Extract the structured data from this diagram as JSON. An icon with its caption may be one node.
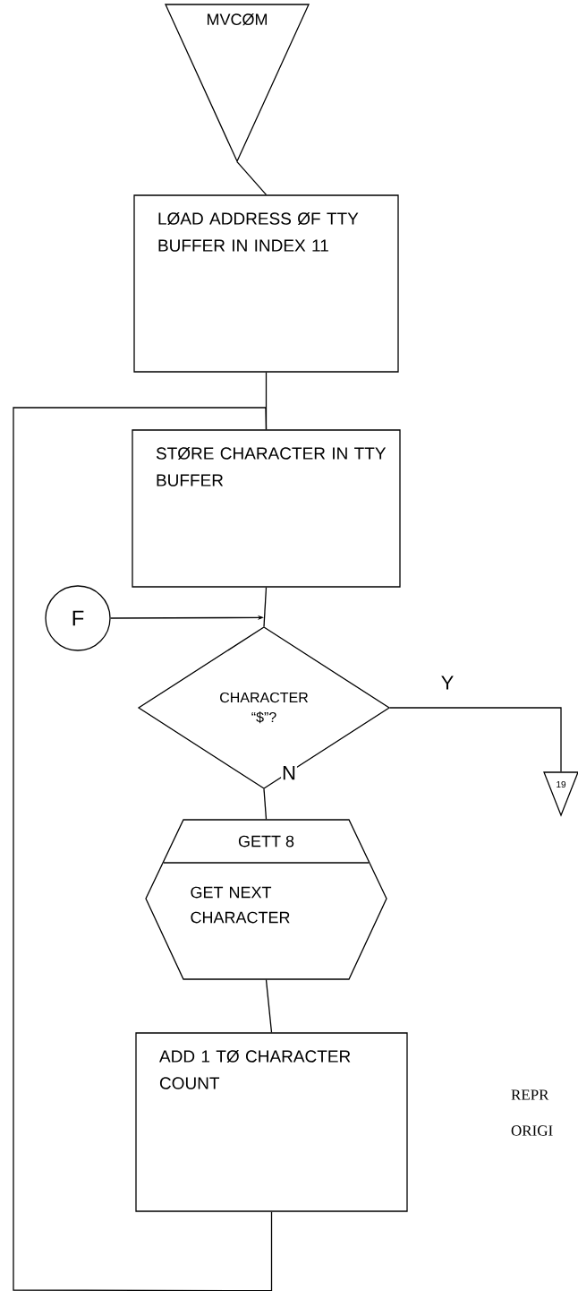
{
  "diagram": {
    "nodes": [
      {
        "text": [
          "MVCØM"
        ]
      },
      {
        "text": [
          "LØAD ADDRESS ØF TTY BUFFER IN INDEX 11"
        ]
      },
      {
        "text": [
          "STØRE CHARACTER IN TTY BUFFER"
        ]
      },
      {
        "text": [
          "F"
        ]
      },
      {
        "text": [
          "CHARACTER “$”?"
        ]
      },
      {
        "text": [
          "19"
        ]
      },
      {
        "text": [
          "GETT 8",
          "GET NEXT CHARACTER"
        ]
      },
      {
        "text": [
          "ADD 1 TØ CHARACTER COUNT"
        ]
      }
    ],
    "edges": [
      {
        "from": 0,
        "to": 1,
        "arrow": "none"
      },
      {
        "from": 1,
        "to": 2,
        "arrow": "none"
      },
      {
        "from": 7,
        "to": 2,
        "arrow": "none"
      },
      {
        "from": 2,
        "to": 4,
        "arrow": "none"
      },
      {
        "from": 3,
        "to": 4,
        "arrow": "to"
      },
      {
        "from": 4,
        "to": 5,
        "arrow": "none",
        "label": "Y"
      },
      {
        "from": 4,
        "to": 6,
        "arrow": "none",
        "label": "N"
      },
      {
        "from": 6,
        "to": 7,
        "arrow": "none"
      }
    ],
    "labels": [
      "REPR",
      "ORIGI"
    ]
  }
}
